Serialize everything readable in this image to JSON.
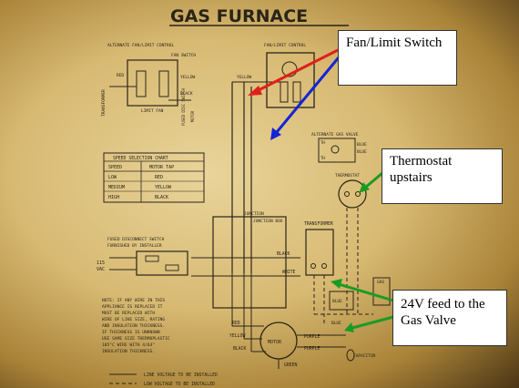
{
  "title": "GAS FURNACE",
  "callouts": {
    "fan_limit": "Fan/Limit Switch",
    "thermostat": "Thermostat upstairs",
    "feed_24v": "24V feed to the Gas Valve"
  },
  "diagram": {
    "alt_fan_limit_control": "ALTERNATE FAN/LIMIT CONTROL",
    "fan_limit_control": "FAN/LIMIT CONTROL",
    "fan_switch": "FAN SWITCH",
    "limit_fan": "LIMIT  FAN",
    "red": "RED",
    "yellow": "YELLOW",
    "black": "BLACK",
    "transformer_vertical": "TRANSFORMER",
    "fused_disc_switch_vertical": "FUSED DISC SWITCH",
    "motor_vertical": "MOTOR",
    "speed_chart": {
      "title": "SPEED SELECTION CHART",
      "headers": [
        "SPEED",
        "MOTOR TAP"
      ],
      "rows": [
        [
          "LOW",
          "RED"
        ],
        [
          "MEDIUM",
          "YELLOW"
        ],
        [
          "HIGH",
          "BLACK"
        ]
      ]
    },
    "alternate_gas_valve": "ALTERNATE GAS VALVE",
    "thermostat": "THERMOSTAT",
    "th": "TH",
    "blue": "BLUE",
    "junction_box": "JUNCTION BOX",
    "transformer": "TRANSFORMER",
    "white": "WHITE",
    "fused_disconnect": [
      "FUSED DISCONNECT SWITCH",
      "FURNISHED BY INSTALLER"
    ],
    "vac": [
      "115",
      "VAC"
    ],
    "note": [
      "NOTE:  IF ANY WIRE IN THIS",
      "APPLIANCE IS REPLACED IT",
      "MUST BE REPLACED WITH",
      "WIRE OF LIKE SIZE, RATING",
      "AND INSULATION THICKNESS.",
      "IF THICKNESS IS UNKNOWN",
      "USE SAME SIZE THERMOPLASTIC",
      "105°C WIRE WITH 4/64\"",
      "INSULATION THICKNESS."
    ],
    "motor": "MOTOR",
    "purple": "PURPLE",
    "green": "GREEN",
    "capacitor": "CAPACITOR",
    "gas": "GAS",
    "legend": [
      "LINE VOLTAGE TO BE INSTALLED",
      "LOW VOLTAGE TO BE INSTALLED"
    ]
  }
}
